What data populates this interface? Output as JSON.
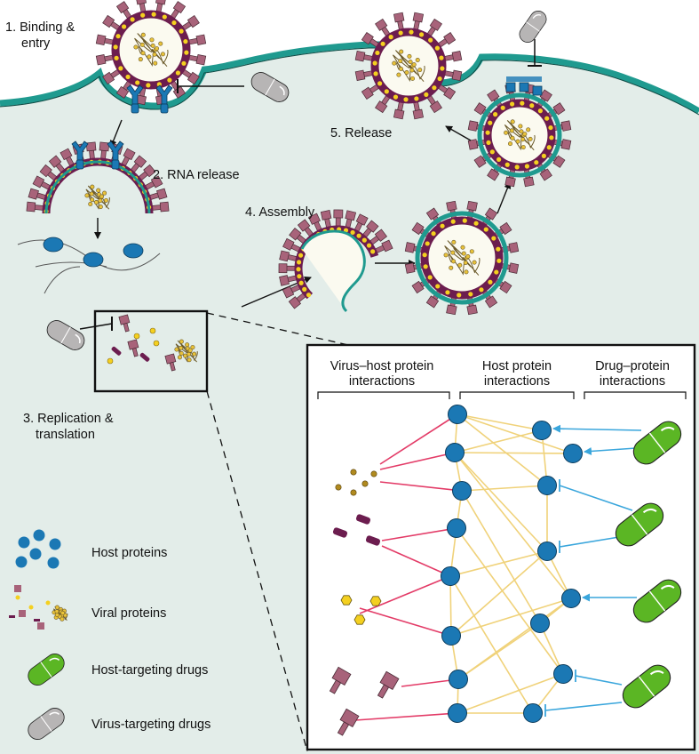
{
  "steps": {
    "binding_line1": "1. Binding &",
    "binding_line2": "entry",
    "rna_release": "2. RNA release",
    "replication_line1": "3. Replication &",
    "replication_line2": "translation",
    "assembly": "4. Assembly",
    "release": "5. Release"
  },
  "inset": {
    "col_virus_host_line1": "Virus–host protein",
    "col_virus_host_line2": "interactions",
    "col_host_line1": "Host protein",
    "col_host_line2": "interactions",
    "col_drug_line1": "Drug–protein",
    "col_drug_line2": "interactions"
  },
  "legend": {
    "host_proteins": "Host proteins",
    "viral_proteins": "Viral proteins",
    "host_targeting_drugs": "Host-targeting drugs",
    "virus_targeting_drugs": "Virus-targeting drugs"
  },
  "colors": {
    "cytoplasm": "#e3ede9",
    "membrane": "#1f9a8f",
    "host_protein": "#1b78b4",
    "viral_spike": "#a8637a",
    "viral_envelope": "#6c1d4f",
    "viral_dot": "#f4d020",
    "host_drug": "#5bb624",
    "virus_drug": "#b7b5b5",
    "virus_host_edge": "#e33b67",
    "host_host_edge": "#f0d27a",
    "drug_edge": "#3aa6dc"
  }
}
